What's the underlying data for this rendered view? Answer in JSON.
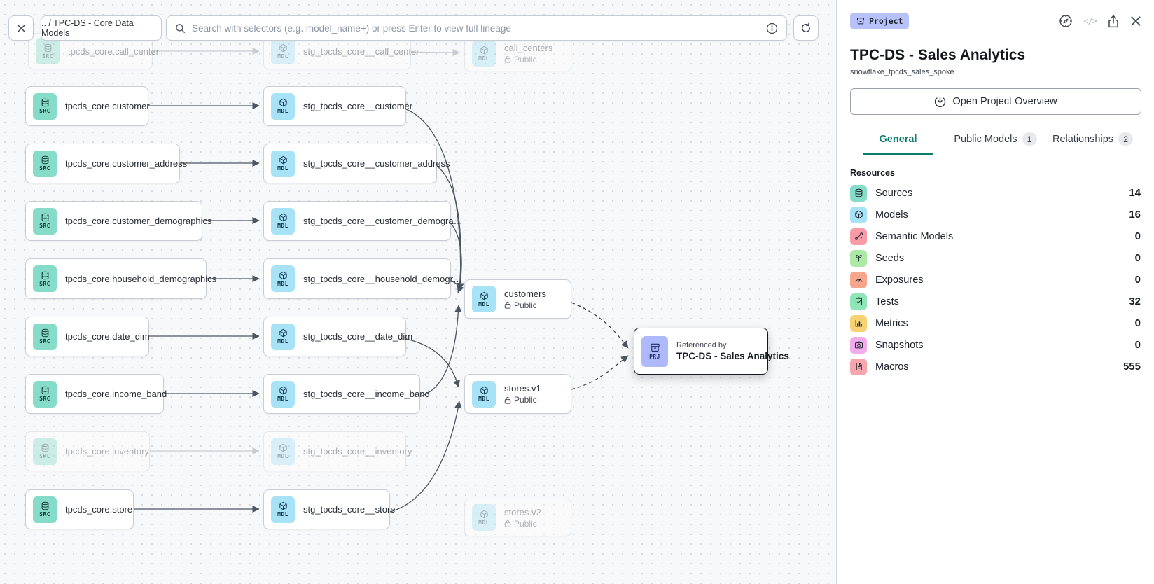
{
  "toolbar": {
    "breadcrumb": ".. / TPC-DS - Core Data Models",
    "search_placeholder": "Search with selectors (e.g. model_name+) or press Enter to view full lineage"
  },
  "panel": {
    "type_badge": "Project",
    "code_icon_glyph": "</>",
    "title": "TPC-DS - Sales Analytics",
    "subtitle": "snowflake_tpcds_sales_spoke",
    "overview_button": "Open Project Overview",
    "tabs": [
      {
        "label": "General",
        "active": true
      },
      {
        "label": "Public Models",
        "badge": "1"
      },
      {
        "label": "Relationships",
        "badge": "2"
      }
    ],
    "resources_heading": "Resources",
    "resources": [
      {
        "label": "Sources",
        "count": "14",
        "color": "#86dcc9",
        "icon": "database-icon"
      },
      {
        "label": "Models",
        "count": "16",
        "color": "#a7e2f7",
        "icon": "cube-icon"
      },
      {
        "label": "Semantic Models",
        "count": "0",
        "color": "#f79ba6",
        "icon": "branch-icon"
      },
      {
        "label": "Seeds",
        "count": "0",
        "color": "#abe9a4",
        "icon": "seedling-icon"
      },
      {
        "label": "Exposures",
        "count": "0",
        "color": "#f7a58d",
        "icon": "gauge-icon"
      },
      {
        "label": "Tests",
        "count": "32",
        "color": "#8ee6b8",
        "icon": "clipboard-check-icon"
      },
      {
        "label": "Metrics",
        "count": "0",
        "color": "#f6d273",
        "icon": "bar-chart-icon"
      },
      {
        "label": "Snapshots",
        "count": "0",
        "color": "#f3aceb",
        "icon": "camera-icon"
      },
      {
        "label": "Macros",
        "count": "555",
        "color": "#f7a6ad",
        "icon": "document-icon"
      }
    ]
  },
  "lineage": {
    "public_sub_label": "Public",
    "nodes": [
      {
        "badge": "SRC",
        "label": "tpcds_core.call_center"
      },
      {
        "badge": "MDL",
        "label": "stg_tpcds_core__call_center"
      },
      {
        "badge": "MDL",
        "label": "call_centers",
        "sub": "Public"
      },
      {
        "badge": "SRC",
        "label": "tpcds_core.customer"
      },
      {
        "badge": "MDL",
        "label": "stg_tpcds_core__customer"
      },
      {
        "badge": "SRC",
        "label": "tpcds_core.customer_address"
      },
      {
        "badge": "MDL",
        "label": "stg_tpcds_core__customer_address"
      },
      {
        "badge": "SRC",
        "label": "tpcds_core.customer_demographics"
      },
      {
        "badge": "MDL",
        "label": "stg_tpcds_core__customer_demogra…"
      },
      {
        "badge": "SRC",
        "label": "tpcds_core.household_demographics"
      },
      {
        "badge": "MDL",
        "label": "stg_tpcds_core__household_demogr…"
      },
      {
        "badge": "SRC",
        "label": "tpcds_core.date_dim"
      },
      {
        "badge": "MDL",
        "label": "stg_tpcds_core__date_dim"
      },
      {
        "badge": "SRC",
        "label": "tpcds_core.income_band"
      },
      {
        "badge": "MDL",
        "label": "stg_tpcds_core__income_band"
      },
      {
        "badge": "SRC",
        "label": "tpcds_core.inventory"
      },
      {
        "badge": "MDL",
        "label": "stg_tpcds_core__inventory"
      },
      {
        "badge": "SRC",
        "label": "tpcds_core.store"
      },
      {
        "badge": "MDL",
        "label": "stg_tpcds_core__store"
      },
      {
        "badge": "MDL",
        "label": "customers",
        "sub": "Public"
      },
      {
        "badge": "MDL",
        "label": "stores.v1",
        "sub": "Public"
      },
      {
        "badge": "MDL",
        "label": "stores.v2",
        "sub": "Public"
      },
      {
        "badge": "PRJ",
        "ref_label": "Referenced by",
        "label": "TPC-DS - Sales Analytics"
      }
    ]
  }
}
